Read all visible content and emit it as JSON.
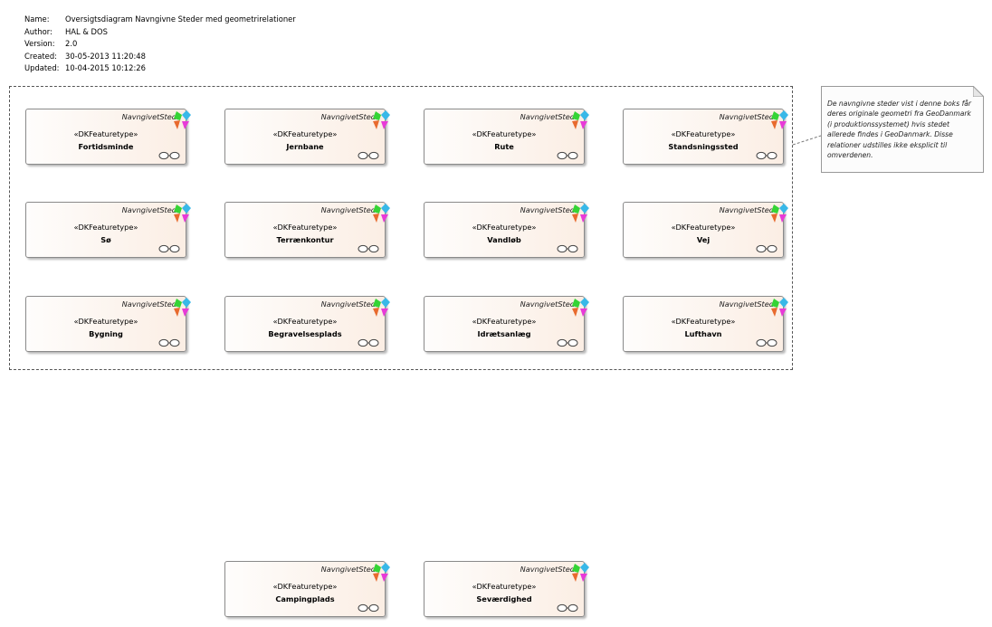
{
  "header": {
    "name_label": "Name:",
    "name_value": "Oversigtsdiagram Navngivne Steder med geometrirelationer",
    "author_label": "Author:",
    "author_value": "HAL & DOS",
    "version_label": "Version:",
    "version_value": "2.0",
    "created_label": "Created:",
    "created_value": "30-05-2013 11:20:48",
    "updated_label": "Updated:",
    "updated_value": "10-04-2015 10:12:26"
  },
  "note": {
    "text": "De navngivne steder vist i denne boks får deres originale geometri fra GeoDanmark (i produktionssystemet) hvis stedet allerede findes i GeoDanmark. Disse relationer udstilles ikke eksplicit til omverdenen."
  },
  "classes": [
    {
      "package": "NavngivetSted",
      "stereotype": "«DKFeaturetype»",
      "name": "Fortidsminde"
    },
    {
      "package": "NavngivetSted",
      "stereotype": "«DKFeaturetype»",
      "name": "Jernbane"
    },
    {
      "package": "NavngivetSted",
      "stereotype": "«DKFeaturetype»",
      "name": "Rute"
    },
    {
      "package": "NavngivetSted",
      "stereotype": "«DKFeaturetype»",
      "name": "Standsningssted"
    },
    {
      "package": "NavngivetSted",
      "stereotype": "«DKFeaturetype»",
      "name": "Sø"
    },
    {
      "package": "NavngivetSted",
      "stereotype": "«DKFeaturetype»",
      "name": "Terrænkontur"
    },
    {
      "package": "NavngivetSted",
      "stereotype": "«DKFeaturetype»",
      "name": "Vandløb"
    },
    {
      "package": "NavngivetSted",
      "stereotype": "«DKFeaturetype»",
      "name": "Vej"
    },
    {
      "package": "NavngivetSted",
      "stereotype": "«DKFeaturetype»",
      "name": "Bygning"
    },
    {
      "package": "NavngivetSted",
      "stereotype": "«DKFeaturetype»",
      "name": "Begravelsesplads"
    },
    {
      "package": "NavngivetSted",
      "stereotype": "«DKFeaturetype»",
      "name": "Idrætsanlæg"
    },
    {
      "package": "NavngivetSted",
      "stereotype": "«DKFeaturetype»",
      "name": "Lufthavn"
    },
    {
      "package": "NavngivetSted",
      "stereotype": "«DKFeaturetype»",
      "name": "Campingplads"
    },
    {
      "package": "NavngivetSted",
      "stereotype": "«DKFeaturetype»",
      "name": "Seværdighed"
    }
  ],
  "colors": {
    "feature_icon": [
      "#35d435",
      "#38b8e8",
      "#e86a2e",
      "#e83ad8"
    ]
  }
}
